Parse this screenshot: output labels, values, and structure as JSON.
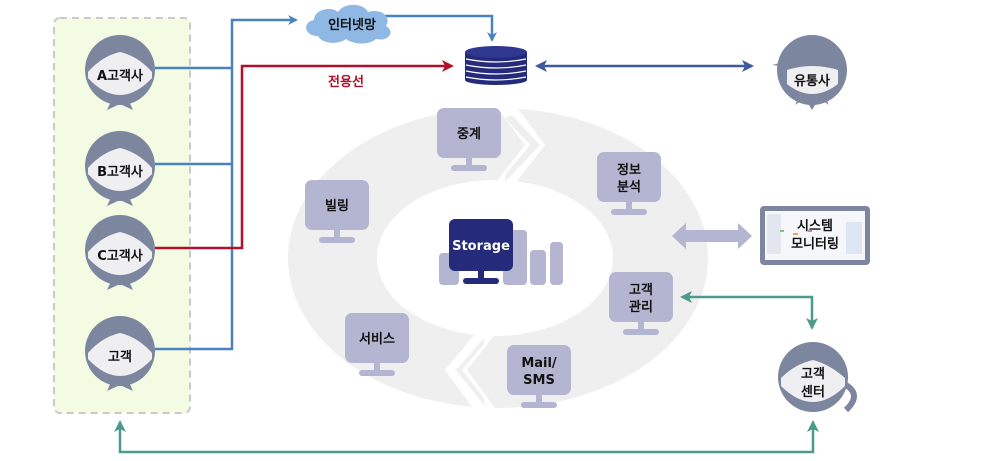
{
  "colors": {
    "blue_line": "#4a82bf",
    "red_line": "#b0102a",
    "teal_line": "#4e9a8a",
    "navy_line": "#3d5a9e",
    "person": "#7d869f",
    "face": "#efeff2",
    "monitor": "#b3b5d1",
    "storage": "#252b7a",
    "cloud": "#8fb9e4",
    "ring": "#efefef",
    "group_bg": "#f3fce3",
    "group_border": "#c9c9c9"
  },
  "clients": [
    {
      "label": "A고객사",
      "line": "blue"
    },
    {
      "label": "B고객사",
      "line": "blue"
    },
    {
      "label": "C고객사",
      "line": "red"
    },
    {
      "label": "고객",
      "line": "blue"
    }
  ],
  "cloud": {
    "label": "인터넷망"
  },
  "dedicated_line": {
    "label": "전용선"
  },
  "database": {
    "icon": "database-icon"
  },
  "distributor": {
    "label": "유통사"
  },
  "ring_modules": [
    {
      "id": "relay",
      "lines": [
        "중계"
      ]
    },
    {
      "id": "billing",
      "lines": [
        "빌링"
      ]
    },
    {
      "id": "info-analysis",
      "lines": [
        "정보",
        "분석"
      ]
    },
    {
      "id": "customer-mgmt",
      "lines": [
        "고객",
        "관리"
      ]
    },
    {
      "id": "mail-sms",
      "lines": [
        "Mail/",
        "SMS"
      ]
    },
    {
      "id": "service",
      "lines": [
        "서비스"
      ]
    }
  ],
  "storage": {
    "label": "Storage"
  },
  "system_monitoring": {
    "lines": [
      "시스템",
      "모니터링"
    ]
  },
  "customer_center": {
    "lines": [
      "고객",
      "센터"
    ]
  }
}
